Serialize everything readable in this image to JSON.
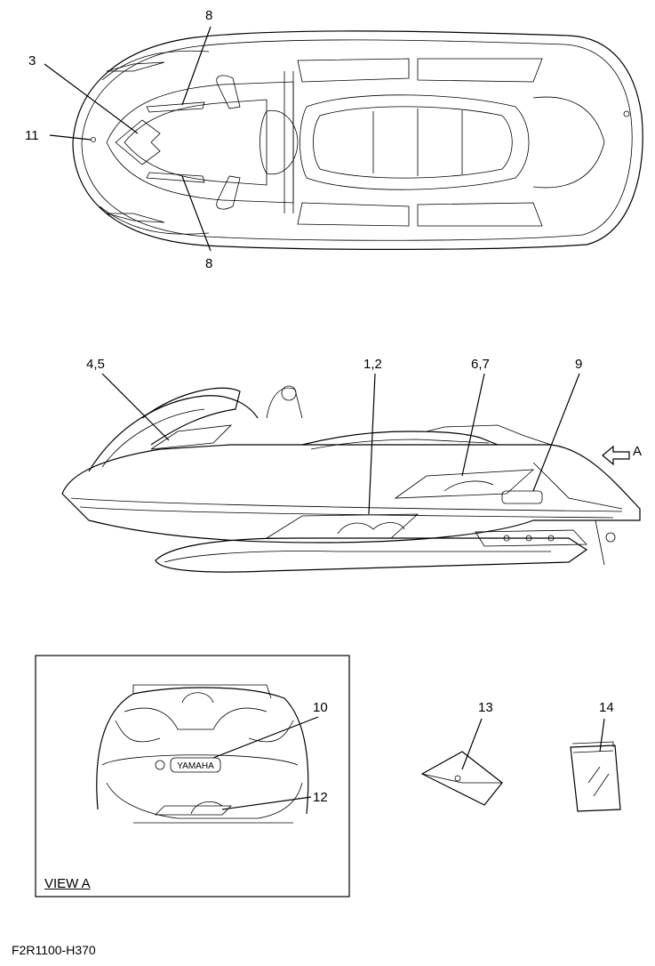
{
  "diagram": {
    "top_view": {
      "callouts": [
        "3",
        "8",
        "11",
        "8"
      ]
    },
    "side_view": {
      "callouts": [
        "4,5",
        "1,2",
        "6,7",
        "9"
      ],
      "view_arrow_label": "A"
    },
    "view_a": {
      "callouts": [
        "10",
        "12"
      ],
      "emblem_text": "YAMAHA",
      "caption": "VIEW A"
    },
    "accessories": {
      "callouts": [
        "13",
        "14"
      ]
    },
    "drawing_code": "F2R1100-H370"
  }
}
